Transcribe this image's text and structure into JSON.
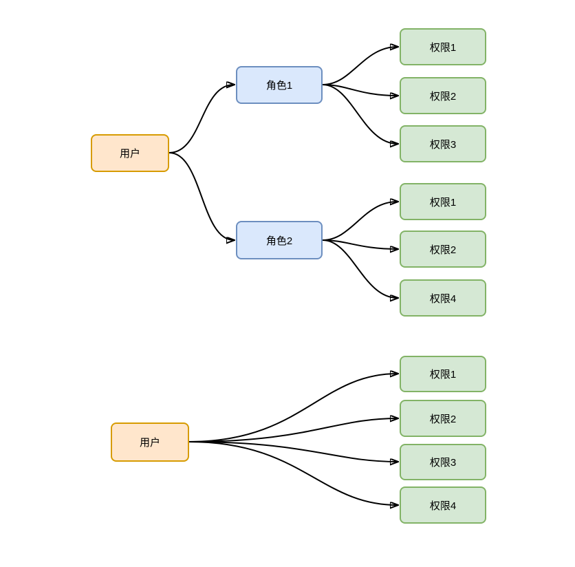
{
  "colors": {
    "background": "#ffffff",
    "user_fill": "#ffe6cc",
    "user_stroke": "#d79b00",
    "role_fill": "#dae8fc",
    "role_stroke": "#6c8ebf",
    "permission_fill": "#d5e8d4",
    "permission_stroke": "#82b366",
    "edge_stroke": "#000000",
    "text": "#000000"
  },
  "diagram_rbac": {
    "description": "user-role-permission diagram",
    "user": "用户",
    "roles": [
      "角色1",
      "角色2"
    ],
    "role1_permissions": [
      "权限1",
      "权限2",
      "权限3"
    ],
    "role2_permissions": [
      "权限1",
      "权限2",
      "权限4"
    ],
    "edges": [
      {
        "from": "用户",
        "to": "角色1"
      },
      {
        "from": "用户",
        "to": "角色2"
      },
      {
        "from": "角色1",
        "to": "权限1"
      },
      {
        "from": "角色1",
        "to": "权限2"
      },
      {
        "from": "角色1",
        "to": "权限3"
      },
      {
        "from": "角色2",
        "to": "权限1"
      },
      {
        "from": "角色2",
        "to": "权限2"
      },
      {
        "from": "角色2",
        "to": "权限4"
      }
    ]
  },
  "diagram_direct": {
    "description": "user-direct-permission diagram",
    "user": "用户",
    "permissions": [
      "权限1",
      "权限2",
      "权限3",
      "权限4"
    ],
    "edges": [
      {
        "from": "用户",
        "to": "权限1"
      },
      {
        "from": "用户",
        "to": "权限2"
      },
      {
        "from": "用户",
        "to": "权限3"
      },
      {
        "from": "用户",
        "to": "权限4"
      }
    ]
  }
}
